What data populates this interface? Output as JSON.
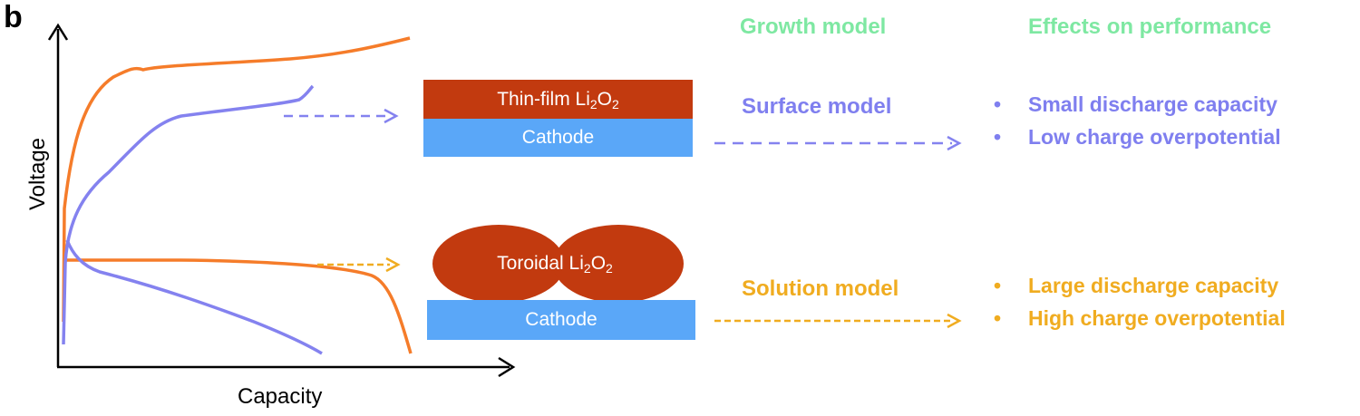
{
  "panel_label": "b",
  "axes": {
    "y_label": "Voltage",
    "x_label": "Capacity"
  },
  "headers": {
    "growth": "Growth model",
    "effects": "Effects on performance"
  },
  "surface": {
    "film": {
      "prefix": "Thin-film Li",
      "sub1": "2",
      "mid": "O",
      "sub2": "2"
    },
    "cathode": "Cathode",
    "model": "Surface model",
    "effects": [
      "Small discharge capacity",
      "Low charge overpotential"
    ]
  },
  "solution": {
    "toroid": {
      "prefix": "Toroidal Li",
      "sub1": "2",
      "mid": "O",
      "sub2": "2"
    },
    "cathode": "Cathode",
    "model": "Solution model",
    "effects": [
      "Large discharge capacity",
      "High charge overpotential"
    ]
  },
  "bullet": "•",
  "colors": {
    "surface": "#7f7fef",
    "solution": "#f0ac20",
    "li2o2": "#c23a0f",
    "cathode": "#5aa7f8",
    "header": "#7ee8a2"
  }
}
